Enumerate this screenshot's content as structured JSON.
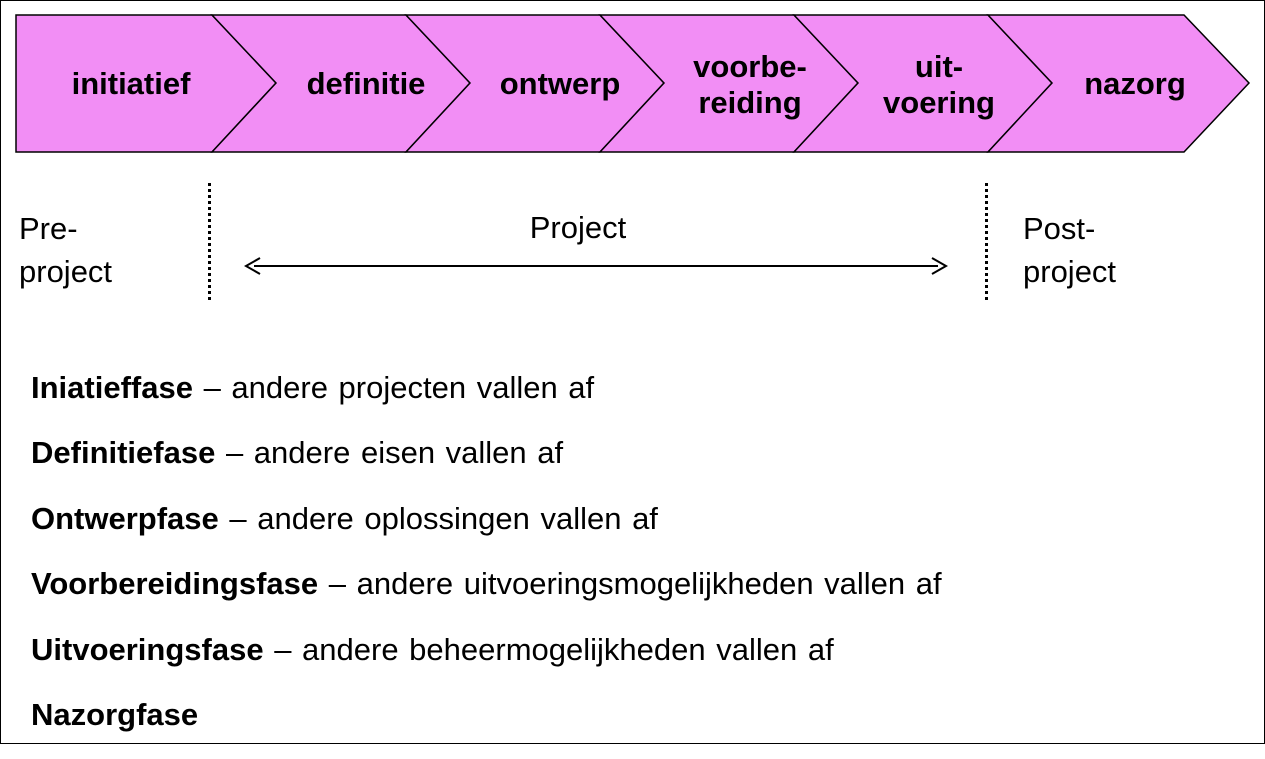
{
  "colors": {
    "chevron_fill": "#F28EF5",
    "stroke": "#000000",
    "background": "#FFFFFF"
  },
  "phases": [
    {
      "label": "initiatief"
    },
    {
      "label": "definitie"
    },
    {
      "label": "ontwerp"
    },
    {
      "label": "voorbe-\nreiding"
    },
    {
      "label": "uit-\nvoering"
    },
    {
      "label": "nazorg"
    }
  ],
  "timeline": {
    "pre_label": "Pre-\nproject",
    "project_label": "Project",
    "post_label": "Post-\nproject"
  },
  "descriptions": [
    {
      "phase": "Iniatieffase",
      "text": " – andere projecten vallen af"
    },
    {
      "phase": "Definitiefase",
      "text": " – andere eisen vallen af"
    },
    {
      "phase": "Ontwerpfase",
      "text": " – andere oplossingen vallen af"
    },
    {
      "phase": "Voorbereidingsfase",
      "text": " – andere uitvoeringsmogelijkheden vallen af"
    },
    {
      "phase": "Uitvoeringsfase",
      "text": " – andere beheermogelijkheden vallen af"
    },
    {
      "phase": "Nazorgfase",
      "text": ""
    }
  ]
}
